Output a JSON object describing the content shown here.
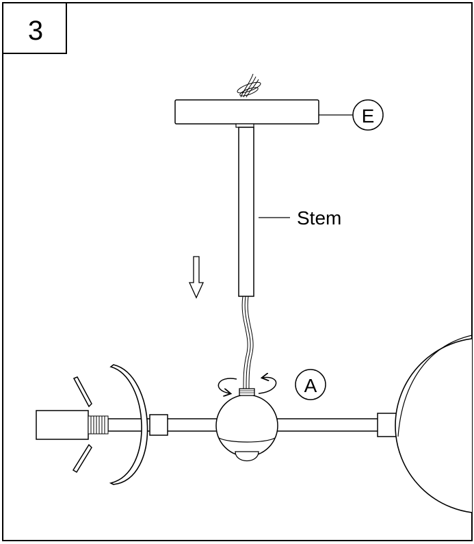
{
  "step": {
    "number": "3"
  },
  "labels": {
    "canopy_callout": "E",
    "stem": "Stem",
    "hub_callout": "A"
  }
}
